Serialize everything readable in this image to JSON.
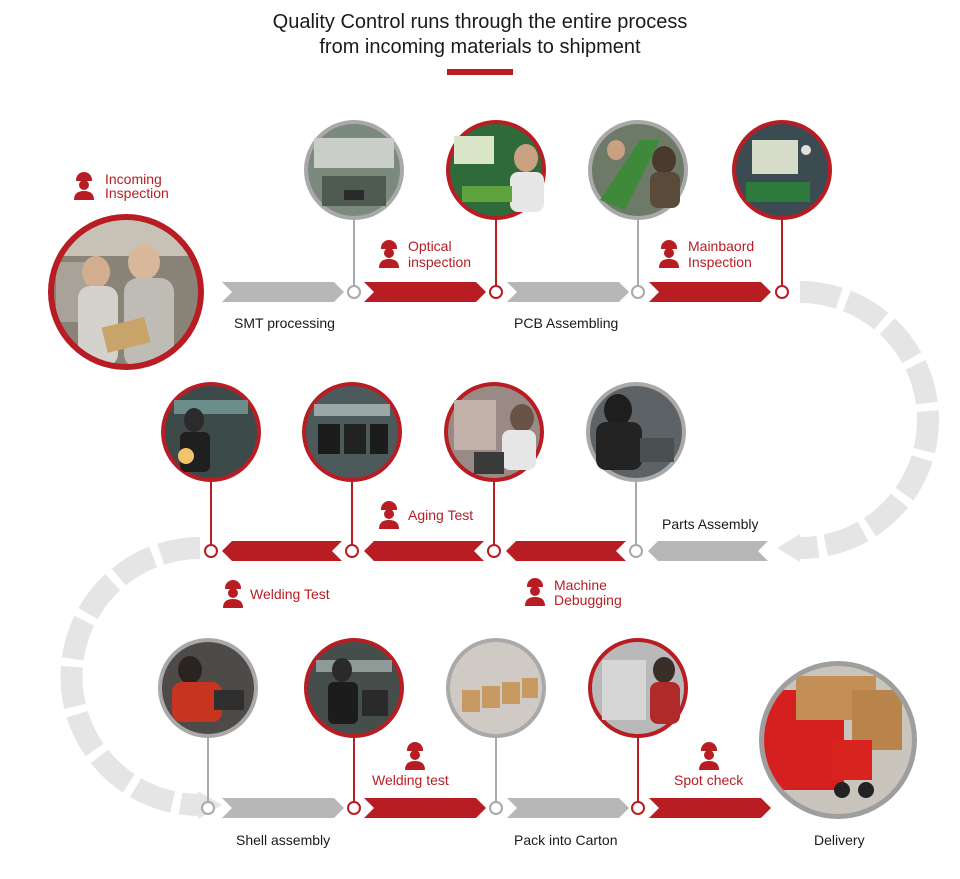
{
  "header": {
    "title_line1": "Quality Control runs through the entire process",
    "title_line2": "from incoming materials to shipment"
  },
  "colors": {
    "accent": "#b81d24",
    "neutral": "#b7b7b7",
    "loop": "#e5e5e5"
  },
  "icons": {
    "qc_worker": "worker-icon"
  },
  "steps": {
    "smt_processing": "SMT processing",
    "pcb_assembling": "PCB Assembling",
    "parts_assembly": "Parts Assembly",
    "shell_assembly": "Shell assembly",
    "pack_into_carton": "Pack into Carton",
    "delivery": "Delivery"
  },
  "qc": {
    "incoming_1": "Incoming",
    "incoming_2": "Inspection",
    "optical_1": "Optical",
    "optical_2": "inspection",
    "mainboard_1": "Mainbaord",
    "mainboard_2": "Inspection",
    "aging": "Aging Test",
    "welding_test_upper": "Welding Test",
    "machine_1": "Machine",
    "machine_2": "Debugging",
    "welding_test_lower": "Welding test",
    "spot_check": "Spot check"
  }
}
